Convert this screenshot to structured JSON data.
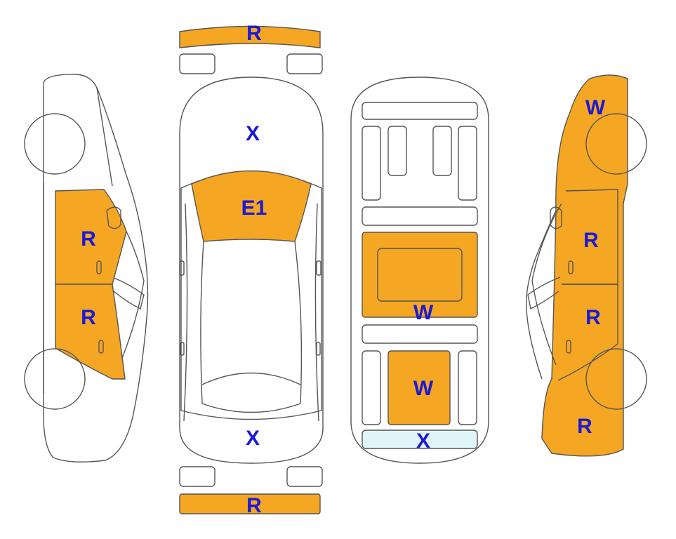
{
  "colors": {
    "damage_fill": "#f5a623",
    "glass_fill": "#e0f5fa",
    "outline": "#555555",
    "label": "#1a1ad6",
    "body": "#ffffff"
  },
  "views": {
    "left_side": {
      "front_door": "R",
      "rear_door": "R"
    },
    "top": {
      "front_bumper": "R",
      "windshield": "X",
      "hood": "E1",
      "rear_window": "X",
      "rear_bumper": "R"
    },
    "underbody": {
      "center_panel": "W",
      "rear_panel": "W",
      "rear_strip": "X"
    },
    "right_side": {
      "front_fender": "W",
      "front_door": "R",
      "rear_door": "R",
      "quarter_panel": "R"
    }
  }
}
